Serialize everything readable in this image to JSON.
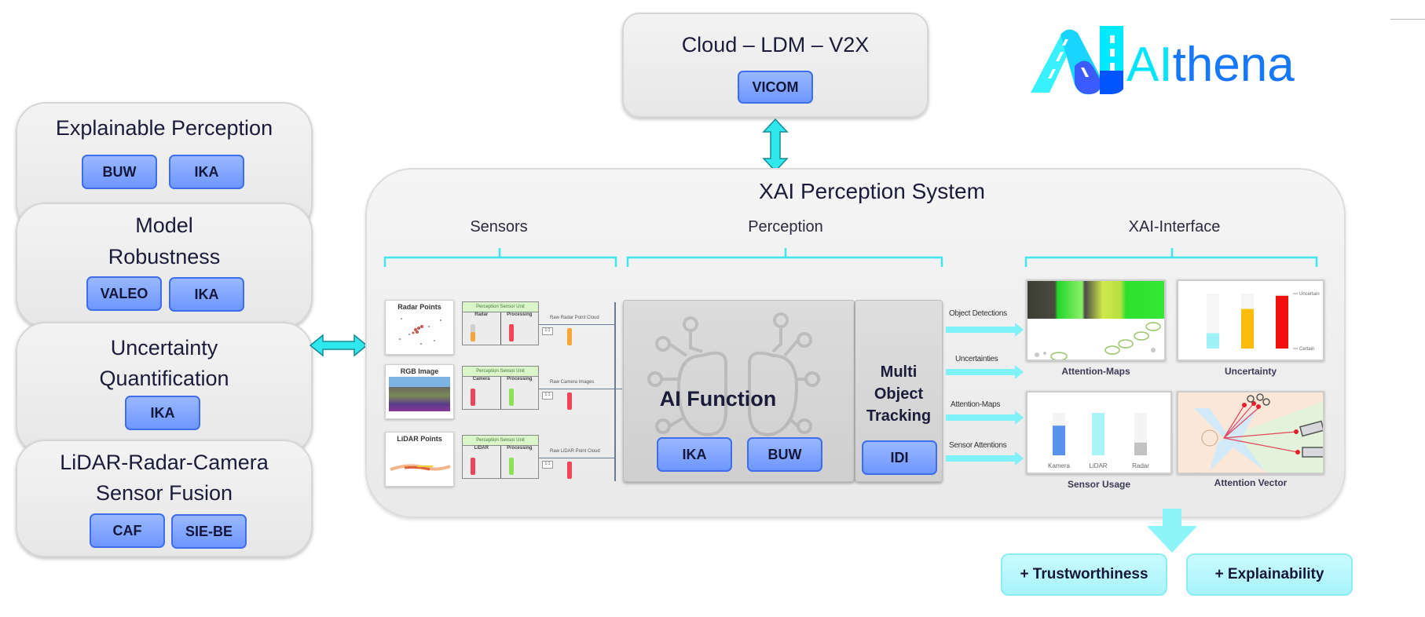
{
  "logo": {
    "brand_part1": "AI",
    "brand_part2": "thena",
    "icon": "road-a-logo-icon",
    "colors": {
      "cyan": "#00e5ff",
      "blue": "#0066ff",
      "light_cyan": "#39f0ff"
    }
  },
  "cloud": {
    "title": "Cloud – LDM – V2X",
    "partners": [
      "VICOM"
    ]
  },
  "side_blocks": [
    {
      "title_lines": [
        "Explainable Perception"
      ],
      "partners": [
        "BUW",
        "IKA"
      ]
    },
    {
      "title_lines": [
        "Model",
        "Robustness"
      ],
      "partners": [
        "VALEO",
        "IKA"
      ]
    },
    {
      "title_lines": [
        "Uncertainty",
        "Quantification"
      ],
      "partners": [
        "IKA"
      ]
    },
    {
      "title_lines": [
        "LiDAR-Radar-Camera",
        "Sensor Fusion"
      ],
      "partners": [
        "CAF",
        "SIE-BE"
      ]
    }
  ],
  "system": {
    "title": "XAI Perception System",
    "sections": [
      "Sensors",
      "Perception",
      "XAI-Interface"
    ],
    "sensors": [
      {
        "thumb_label": "Radar Points",
        "psu_header": "Perception Sensor Unit",
        "col1": "Radar",
        "col2": "Processing",
        "raw_label": "Raw Radar Point Cloud",
        "ratio": "1:1",
        "bar1_color": "#f5a53a",
        "bar2_color": "#f0445a",
        "out_color": "#f5a53a",
        "bar1_level": 0.55,
        "bar2_level": 1.0
      },
      {
        "thumb_label": "RGB Image",
        "psu_header": "Perception Sensor Unit",
        "col1": "Camera",
        "col2": "Processing",
        "raw_label": "Raw Camera Images",
        "ratio": "1:1",
        "bar1_color": "#f0445a",
        "bar2_color": "#8ee05a",
        "out_color": "#f0445a",
        "bar1_level": 1.0,
        "bar2_level": 1.0
      },
      {
        "thumb_label": "LiDAR Points",
        "psu_header": "Perception Sensor Unit",
        "col1": "LiDAR",
        "col2": "Processing",
        "raw_label": "Raw LiDAR Point Cloud",
        "ratio": "1:1",
        "bar1_color": "#f0445a",
        "bar2_color": "#8ee05a",
        "out_color": "#f0445a",
        "bar1_level": 1.0,
        "bar2_level": 1.0
      }
    ],
    "ai_function": {
      "title": "AI Function",
      "partners": [
        "IKA",
        "BUW"
      ]
    },
    "tracking": {
      "title_lines": [
        "Multi",
        "Object",
        "Tracking"
      ],
      "partners": [
        "IDI"
      ]
    },
    "outputs": [
      "Object Detections",
      "Uncertainties",
      "Attention-Maps",
      "Sensor Attentions"
    ],
    "visualizations": {
      "attention_maps": {
        "caption": "Attention-Maps"
      },
      "uncertainty": {
        "caption": "Uncertainty",
        "axis_top": "Uncertain",
        "axis_bottom": "Certain",
        "bars": [
          {
            "level": 0.28,
            "color": "#9ff3f7"
          },
          {
            "level": 0.72,
            "color": "#fbbd0b"
          },
          {
            "level": 0.96,
            "color": "#f20f0f"
          }
        ]
      },
      "sensor_usage": {
        "caption": "Sensor Usage",
        "bars": [
          {
            "label": "Kamera",
            "level": 0.7,
            "color": "#5a93ee"
          },
          {
            "label": "LiDAR",
            "level": 1.0,
            "color": "#a8f4f7"
          },
          {
            "label": "Radar",
            "level": 0.3,
            "color": "#c2c2c2"
          }
        ]
      },
      "attention_vector": {
        "caption": "Attention Vector"
      }
    }
  },
  "outcomes": [
    "+ Trustworthiness",
    "+ Explainability"
  ],
  "colors": {
    "arrow_cyan": "#3fe6ee",
    "partner_tag": "#7fa3ff",
    "outcome_bg": "#b9f6fc"
  }
}
